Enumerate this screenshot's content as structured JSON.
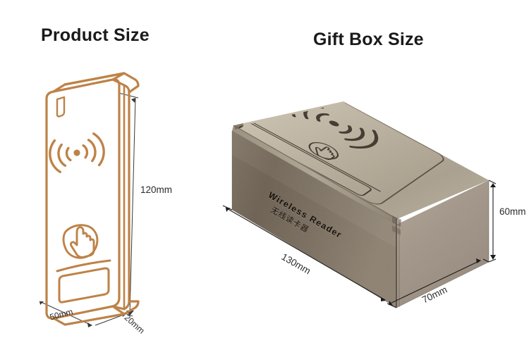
{
  "headings": {
    "product": "Product Size",
    "giftbox": "Gift Box Size"
  },
  "product": {
    "color_line": "#BE8247",
    "icons": {
      "rfid": "rfid-wave-icon",
      "touch": "touch-finger-icon",
      "led": "led-indicator-notch",
      "slot": "card-slot"
    },
    "dimensions": {
      "height": "120mm",
      "width": "50mm",
      "depth": "20mm"
    }
  },
  "giftbox": {
    "material_colors": {
      "top": "#b5aa98",
      "front": "#6e6253",
      "side": "#a4988a"
    },
    "front_text_en": "Wireless Reader",
    "front_text_cn": "无线读卡器",
    "lid_icons": {
      "rfid": "rfid-wave-icon",
      "touch": "touch-finger-icon",
      "slot": "card-slot",
      "outline": "product-outline"
    },
    "dimensions": {
      "length": "130mm",
      "depth": "70mm",
      "height": "60mm"
    }
  }
}
